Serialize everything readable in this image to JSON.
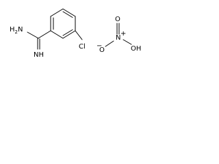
{
  "molecules": {
    "chlorobenzamidine": {
      "amine_label": "H",
      "amine_label_sub": "2",
      "amine_label_n": "N",
      "imine_label": "NH",
      "chlorine_label": "Cl"
    },
    "nitric_acid": {
      "oxygen_top": "O",
      "nitrogen": "N",
      "oxygen_hydroxyl": "OH",
      "oxygen_bottom": "O",
      "charge_plus": "+",
      "charge_minus": "−"
    }
  },
  "colors": {
    "nitrogen": "#3030d0",
    "oxygen": "#e00000",
    "chlorine": "#000000",
    "carbon_bond": "#000000"
  }
}
